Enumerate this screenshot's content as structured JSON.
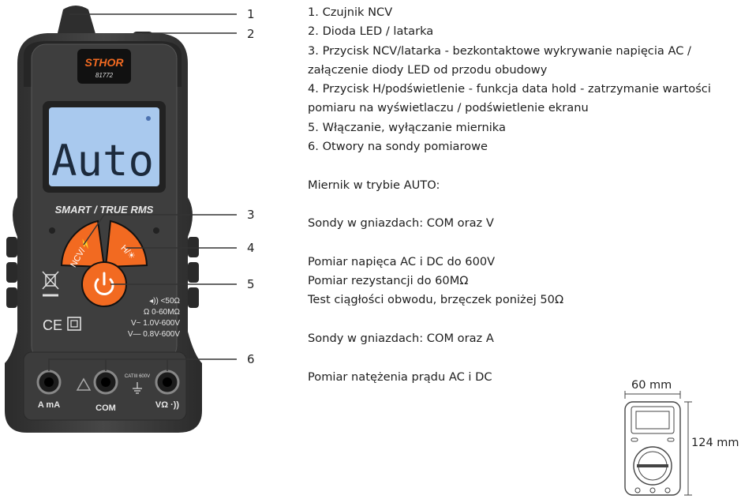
{
  "device": {
    "brand": "STHOR",
    "model": "81772",
    "display_text": "Auto",
    "subtitle": "SMART / TRUE RMS",
    "ncv_label": "NCV/⚡",
    "hold_label": "H/☀",
    "specs": [
      "◂)) <50Ω",
      "Ω  0-60MΩ",
      "V~ 1.0V-600V",
      "V— 0.8V-600V"
    ],
    "cat_label": "CATIII 600V",
    "jacks": [
      "A mA",
      "COM",
      "VΩ ·))"
    ],
    "colors": {
      "body": "#3a3a3a",
      "accent": "#f26a21",
      "lcd": "#a9c9ee"
    }
  },
  "callouts": [
    "1",
    "2",
    "3",
    "4",
    "5",
    "6"
  ],
  "features": [
    "1. Czujnik NCV",
    "2. Dioda LED / latarka",
    "3. Przycisk NCV/latarka - bezkontaktowe wykrywanie napięcia AC / załączenie diody LED od przodu obudowy",
    "4. Przycisk H/podświetlenie - funkcja data hold - zatrzymanie wartości pomiaru na wyświetlaczu / podświetlenie ekranu",
    "5. Włączanie, wyłączanie miernika",
    "6. Otwory na sondy pomiarowe"
  ],
  "auto_mode_title": "Miernik w trybie AUTO:",
  "sockets_v": "Sondy w gniazdach: COM oraz V",
  "measure_v": [
    "Pomiar napięca AC i DC do 600V",
    "Pomiar rezystancji do 60MΩ",
    "Test ciągłości obwodu, brzęczek poniżej 50Ω"
  ],
  "sockets_a": "Sondy w gniazdach: COM oraz A",
  "measure_a": "Pomiar natężenia prądu AC i DC",
  "dimensions": {
    "width": "60 mm",
    "height": "124 mm"
  }
}
